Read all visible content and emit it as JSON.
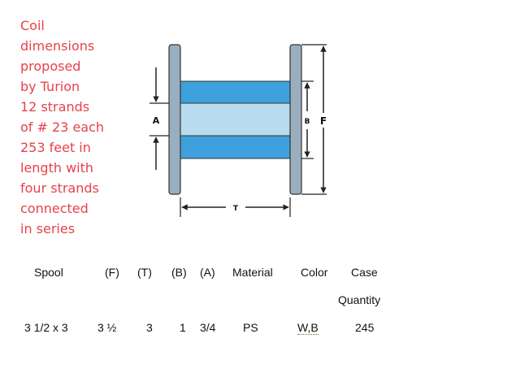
{
  "notes": {
    "lines": [
      "Coil",
      "dimensions",
      "proposed",
      "by Turion",
      "12 strands",
      "of # 23 each",
      "253 feet in",
      "length with",
      "four strands",
      "connected",
      "in series"
    ]
  },
  "diagram": {
    "label_a": "A",
    "label_b": "B",
    "label_f": "F",
    "label_t": "T",
    "colors": {
      "flange": "#9aaebd",
      "winding": "#3ea0dc",
      "core": "#b8dcee",
      "outline": "#333333"
    }
  },
  "spec": {
    "headers": {
      "spool": "Spool",
      "f": "(F)",
      "t": "(T)",
      "b": "(B)",
      "a": "(A)",
      "material": "Material",
      "color": "Color",
      "case": "Case",
      "quantity": "Quantity"
    },
    "row": {
      "spool": "3 1/2 x 3",
      "f": "3 ½",
      "t": "3",
      "b": "1",
      "a": "3/4",
      "material": "PS",
      "color": "W,B",
      "case_quantity": "245"
    }
  }
}
